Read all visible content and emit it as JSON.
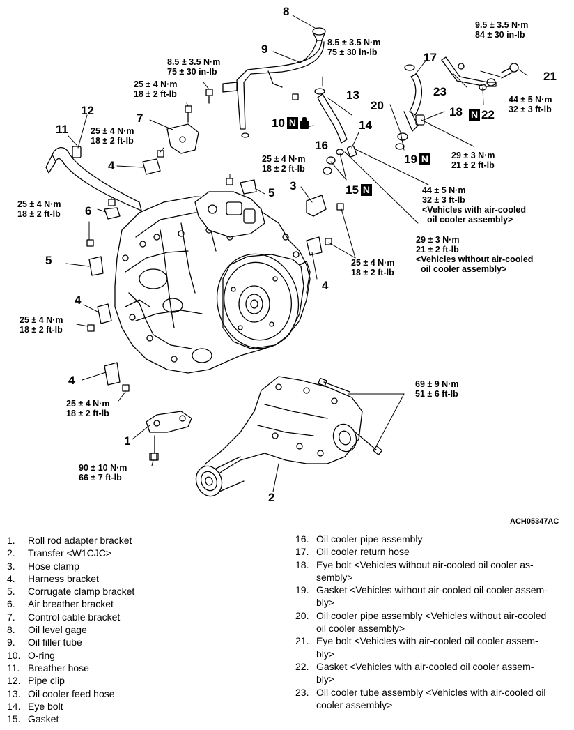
{
  "figure_id": "ACH05347AC",
  "callouts": {
    "c1": "1",
    "c2": "2",
    "c3": "3",
    "c4a": "4",
    "c4b": "4",
    "c4c": "4",
    "c4d": "4",
    "c5a": "5",
    "c5b": "5",
    "c6": "6",
    "c7": "7",
    "c8": "8",
    "c9": "9",
    "c10": "10",
    "c11": "11",
    "c12": "12",
    "c13": "13",
    "c14": "14",
    "c15": "15",
    "c16": "16",
    "c17": "17",
    "c18": "18",
    "c19": "19",
    "c20": "20",
    "c21": "21",
    "c22": "22",
    "c23": "23",
    "box_n": "N"
  },
  "torques": {
    "t_84a_l1": "8.5 ± 3.5 N·m",
    "t_84a_l2": "75 ± 30 in-lb",
    "t_84b_l1": "8.5 ± 3.5 N·m",
    "t_84b_l2": "75 ± 30 in-lb",
    "t_95_l1": "9.5 ± 3.5 N·m",
    "t_95_l2": "84 ± 30 in-lb",
    "t_25a_l1": "25 ± 4 N·m",
    "t_25a_l2": "18 ± 2 ft-lb",
    "t_25b_l1": "25 ± 4 N·m",
    "t_25b_l2": "18 ± 2 ft-lb",
    "t_25c_l1": "25 ± 4 N·m",
    "t_25c_l2": "18 ± 2 ft-lb",
    "t_25d_l1": "25 ± 4 N·m",
    "t_25d_l2": "18 ± 2 ft-lb",
    "t_25e_l1": "25 ± 4 N·m",
    "t_25e_l2": "18 ± 2 ft-lb",
    "t_25f_l1": "25 ± 4 N·m",
    "t_25f_l2": "18 ± 2 ft-lb",
    "t_25g_l1": "25 ± 4 N·m",
    "t_25g_l2": "18 ± 2 ft-lb",
    "t_44a_l1": "44 ± 5 N·m",
    "t_44a_l2": "32 ± 3 ft-lb",
    "t_44b_l1": "44 ± 5 N·m",
    "t_44b_l2": "32 ± 3 ft-lb",
    "t_44b_l3": "<Vehicles with air-cooled",
    "t_44b_l4": "oil cooler assembly>",
    "t_29a_l1": "29 ± 3 N·m",
    "t_29a_l2": "21 ± 2 ft-lb",
    "t_29b_l1": "29 ± 3 N·m",
    "t_29b_l2": "21 ± 2 ft-lb",
    "t_29b_l3": "<Vehicles without air-cooled",
    "t_29b_l4": "oil cooler assembly>",
    "t_69_l1": "69 ± 9 N·m",
    "t_69_l2": "51 ± 6 ft-lb",
    "t_90_l1": "90 ± 10 N·m",
    "t_90_l2": "66 ± 7 ft-lb"
  },
  "legend_left": [
    {
      "num": "1.",
      "text": "Roll rod adapter bracket"
    },
    {
      "num": "2.",
      "text": "Transfer <W1CJC>"
    },
    {
      "num": "3.",
      "text": "Hose clamp"
    },
    {
      "num": "4.",
      "text": "Harness bracket"
    },
    {
      "num": "5.",
      "text": "Corrugate clamp bracket"
    },
    {
      "num": "6.",
      "text": "Air breather bracket"
    },
    {
      "num": "7.",
      "text": "Control cable bracket"
    },
    {
      "num": "8.",
      "text": "Oil level gage"
    },
    {
      "num": "9.",
      "text": "Oil filler tube"
    },
    {
      "num": "10.",
      "text": "O-ring"
    },
    {
      "num": "11.",
      "text": "Breather hose"
    },
    {
      "num": "12.",
      "text": "Pipe clip"
    },
    {
      "num": "13.",
      "text": "Oil cooler feed hose"
    },
    {
      "num": "14.",
      "text": "Eye bolt"
    },
    {
      "num": "15.",
      "text": "Gasket"
    }
  ],
  "legend_right": [
    {
      "num": "16.",
      "text": "Oil cooler pipe assembly"
    },
    {
      "num": "17.",
      "text": "Oil cooler return hose"
    },
    {
      "num": "18.",
      "text": "Eye bolt <Vehicles without air-cooled oil cooler as-",
      "text2": "sembly>"
    },
    {
      "num": "19.",
      "text": "Gasket <Vehicles without air-cooled oil cooler assem-",
      "text2": "bly>"
    },
    {
      "num": "20.",
      "text": "Oil cooler pipe assembly <Vehicles without air-cooled",
      "text2": "oil cooler assembly>"
    },
    {
      "num": "21.",
      "text": "Eye bolt <Vehicles with air-cooled oil cooler assem-",
      "text2": "bly>"
    },
    {
      "num": "22.",
      "text": "Gasket <Vehicles with air-cooled oil cooler assem-",
      "text2": "bly>"
    },
    {
      "num": "23.",
      "text": "Oil cooler tube assembly <Vehicles with air-cooled oil",
      "text2": "cooler assembly>"
    }
  ]
}
